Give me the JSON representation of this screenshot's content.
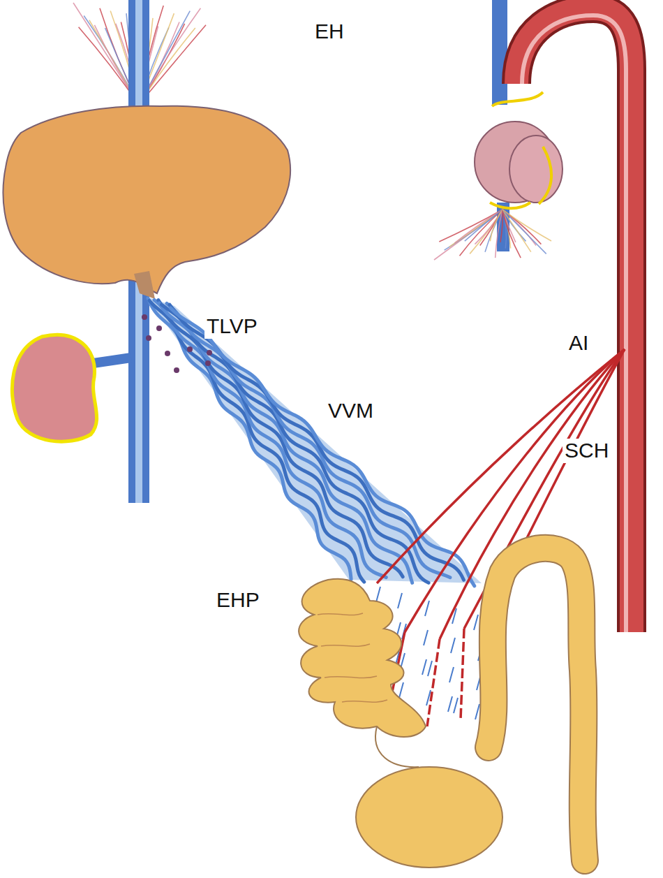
{
  "diagram": {
    "labels": [
      "EH",
      "TLVP",
      "VVM",
      "AI",
      "SCH",
      "EHP"
    ]
  }
}
